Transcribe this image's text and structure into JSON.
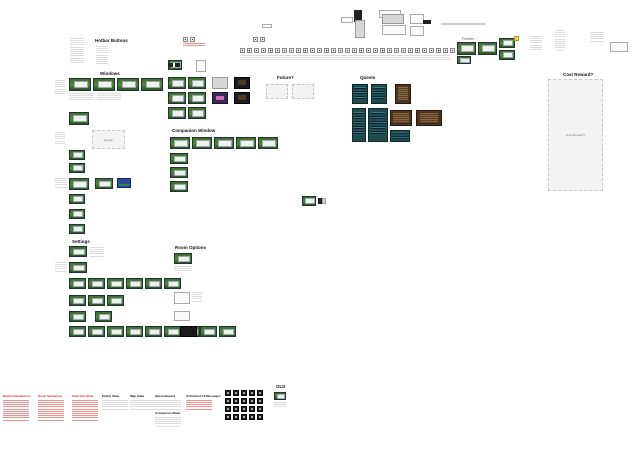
{
  "sections": {
    "hotbar_buttons": "Hotbar Buttons",
    "windows": "Windows",
    "companion_window": "Companion Window",
    "settings": "Settings",
    "room_options": "Room Options",
    "future": "Future?",
    "quests": "Quests",
    "frontier": "Frontier",
    "cost_reward": "Cost Reward?",
    "old": "OLD"
  },
  "bottom_notes": [
    {
      "title": "Button Interactions",
      "color": "#e2231a"
    },
    {
      "title": "Hover Behaviour",
      "color": "#e2231a"
    },
    {
      "title": "Selection State",
      "color": "#e2231a"
    },
    {
      "title": "Empty State",
      "color": "#111111"
    },
    {
      "title": "Map State",
      "color": "#111111"
    },
    {
      "title": "Quest Reward",
      "color": "#111111"
    },
    {
      "title": "Companion Mode",
      "color": "#111111"
    },
    {
      "title": "Unfinished UI Messages",
      "color": "#111111"
    }
  ],
  "placeholders": {
    "cost_reward_box": "Cost Reward?",
    "window_placeholder": "Empty"
  },
  "colors": {
    "accent_red": "#e2231a",
    "frame_green": "#4f8a3c",
    "teal": "#2f7a7a"
  }
}
